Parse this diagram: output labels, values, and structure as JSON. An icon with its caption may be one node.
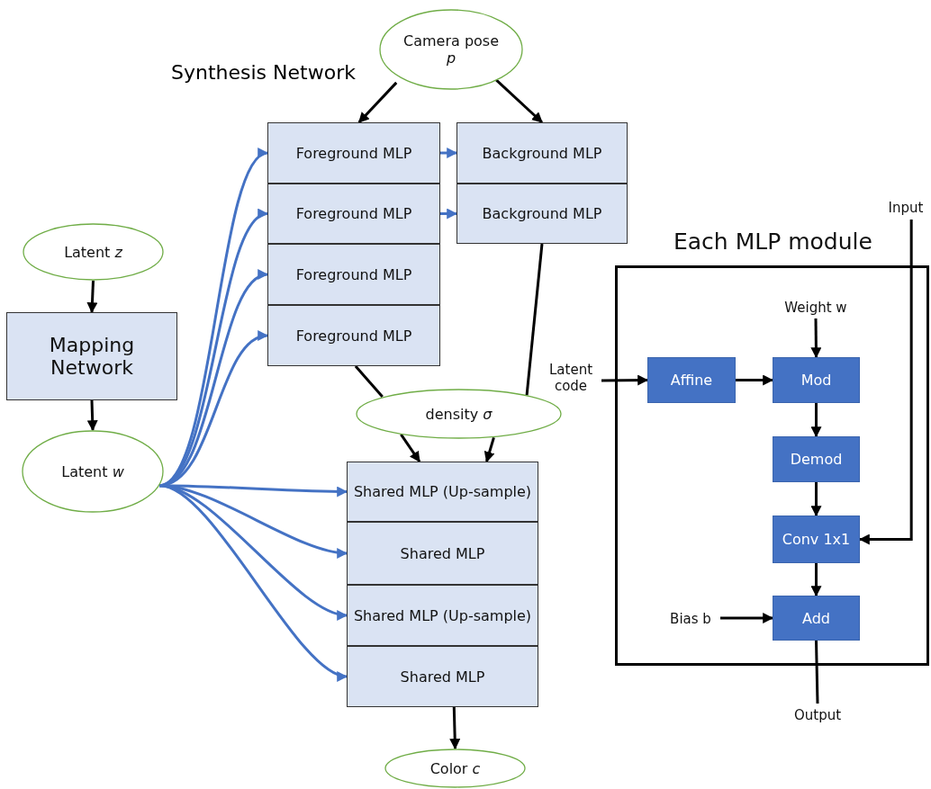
{
  "diagram": {
    "nodes": [
      {
        "text": [
          "Camera pose *p*"
        ]
      },
      {
        "text": [
          "Foreground MLP"
        ]
      },
      {
        "text": [
          "Foreground MLP"
        ]
      },
      {
        "text": [
          "Foreground MLP"
        ]
      },
      {
        "text": [
          "Foreground MLP"
        ]
      },
      {
        "text": [
          "Background MLP"
        ]
      },
      {
        "text": [
          "Background MLP"
        ]
      },
      {
        "text": [
          "Latent *z*"
        ]
      },
      {
        "text": [
          "Mapping Network"
        ]
      },
      {
        "text": [
          "Latent *w*"
        ]
      },
      {
        "text": [
          "density *σ*"
        ]
      },
      {
        "text": [
          "Shared MLP (Up-sample)"
        ]
      },
      {
        "text": [
          "Shared MLP"
        ]
      },
      {
        "text": [
          "Shared MLP (Up-sample)"
        ]
      },
      {
        "text": [
          "Shared MLP"
        ]
      },
      {
        "text": [
          "Color *c*"
        ]
      },
      {
        "text": [
          "Each MLP module"
        ]
      },
      {
        "text": [
          "Latent code"
        ]
      },
      {
        "text": [
          "Affine"
        ],
        "in": 16
      },
      {
        "text": [
          "Mod"
        ],
        "in": 16
      },
      {
        "text": [
          "Weight w"
        ],
        "in": 16
      },
      {
        "text": [
          "Demod"
        ],
        "in": 16
      },
      {
        "text": [
          "Conv 1x1"
        ],
        "in": 16
      },
      {
        "text": [
          "Bias b"
        ],
        "in": 16
      },
      {
        "text": [
          "Add"
        ],
        "in": 16
      },
      {
        "text": [
          "Input"
        ]
      },
      {
        "text": [
          "Output"
        ]
      }
    ],
    "edges": [
      {
        "from": 0,
        "to": 1,
        "arrow": "to"
      },
      {
        "from": 0,
        "to": 5,
        "arrow": "to"
      },
      {
        "from": 1,
        "to": 5,
        "arrow": "to",
        "color": "#4472c4"
      },
      {
        "from": 2,
        "to": 6,
        "arrow": "to",
        "color": "#4472c4"
      },
      {
        "from": 7,
        "to": 8,
        "arrow": "to"
      },
      {
        "from": 8,
        "to": 9,
        "arrow": "to"
      },
      {
        "from": 9,
        "to": 1,
        "arrow": "to",
        "color": "#4472c4"
      },
      {
        "from": 9,
        "to": 2,
        "arrow": "to",
        "color": "#4472c4"
      },
      {
        "from": 9,
        "to": 3,
        "arrow": "to",
        "color": "#4472c4"
      },
      {
        "from": 9,
        "to": 4,
        "arrow": "to",
        "color": "#4472c4"
      },
      {
        "from": 9,
        "to": 11,
        "arrow": "to",
        "color": "#4472c4"
      },
      {
        "from": 9,
        "to": 12,
        "arrow": "to",
        "color": "#4472c4"
      },
      {
        "from": 9,
        "to": 13,
        "arrow": "to",
        "color": "#4472c4"
      },
      {
        "from": 9,
        "to": 14,
        "arrow": "to",
        "color": "#4472c4"
      },
      {
        "from": 4,
        "to": 10,
        "arrow": "none"
      },
      {
        "from": 10,
        "to": 11,
        "arrow": "to"
      },
      {
        "from": 6,
        "to": 10,
        "arrow": "none"
      },
      {
        "from": 10,
        "to": 11,
        "arrow": "to"
      },
      {
        "from": 14,
        "to": 15,
        "arrow": "to"
      },
      {
        "from": 17,
        "to": 18,
        "arrow": "to"
      },
      {
        "from": 18,
        "to": 19,
        "arrow": "to"
      },
      {
        "from": 20,
        "to": 19,
        "arrow": "to"
      },
      {
        "from": 19,
        "to": 21,
        "arrow": "to"
      },
      {
        "from": 21,
        "to": 22,
        "arrow": "to"
      },
      {
        "from": 25,
        "to": 22,
        "arrow": "to"
      },
      {
        "from": 23,
        "to": 24,
        "arrow": "to"
      },
      {
        "from": 22,
        "to": 24,
        "arrow": "to"
      },
      {
        "from": 24,
        "to": 26,
        "arrow": "none"
      }
    ],
    "labels": [
      "Synthesis Network"
    ]
  }
}
